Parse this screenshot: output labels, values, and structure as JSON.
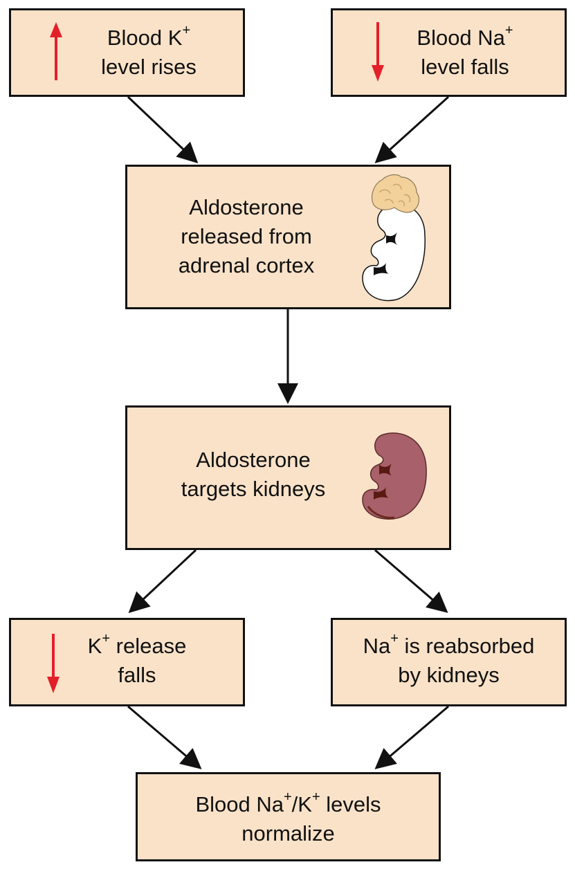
{
  "nodes": {
    "k_rise": {
      "line1_pre": "Blood K",
      "line1_sup": "+",
      "line2": "level rises",
      "indicator": "up-arrow-icon"
    },
    "na_fall": {
      "line1_pre": "Blood Na",
      "line1_sup": "+",
      "line2": "level falls",
      "indicator": "down-arrow-icon"
    },
    "aldo_release": {
      "line1": "Aldosterone",
      "line2": "released from",
      "line3": "adrenal cortex",
      "icon": "adrenal-gland-icon"
    },
    "aldo_target": {
      "line1": "Aldosterone",
      "line2": "targets kidneys",
      "icon": "kidney-icon"
    },
    "k_release": {
      "line1_pre": "K",
      "line1_sup": "+",
      "line1_post": " release",
      "line2": "falls",
      "indicator": "down-arrow-icon"
    },
    "na_reabsorb": {
      "line1_pre": "Na",
      "line1_sup": "+",
      "line1_post": " is reabsorbed",
      "line2": "by kidneys"
    },
    "normalize": {
      "line1_a": "Blood Na",
      "line1_sup1": "+",
      "line1_b": "/K",
      "line1_sup2": "+",
      "line1_c": " levels",
      "line2": "normalize"
    }
  },
  "colors": {
    "box_fill": "#f9e2c8",
    "indicator_red": "#e3202a",
    "adrenal": "#f3d19a",
    "kidney": "#a8606a"
  }
}
